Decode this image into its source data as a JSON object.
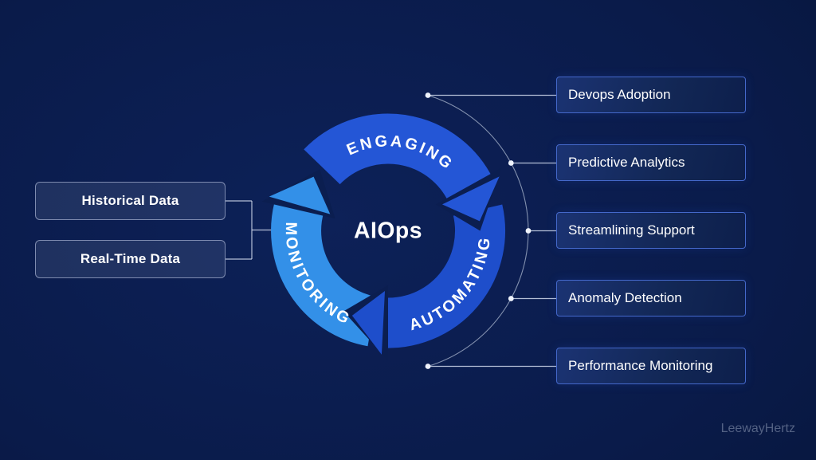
{
  "diagram": {
    "center_label": "AIOps",
    "segments": {
      "engaging": {
        "label": "ENGAGING",
        "color": "#2456d6"
      },
      "automating": {
        "label": "AUTOMATING",
        "color": "#1e4ecb"
      },
      "monitoring": {
        "label": "MONITORING",
        "color": "#3390e8"
      }
    }
  },
  "inputs": {
    "items": [
      "Historical Data",
      "Real-Time Data"
    ]
  },
  "outcomes": {
    "items": [
      "Devops Adoption",
      "Predictive Analytics",
      "Streamlining Support",
      "Anomaly Detection",
      "Performance Monitoring"
    ]
  },
  "watermark": "LeewayHertz",
  "palette": {
    "engaging": "#2456d6",
    "automating": "#1e4ecb",
    "monitoring": "#3390e8",
    "notch": "#0b1e50",
    "background": "#0a1b4a"
  }
}
